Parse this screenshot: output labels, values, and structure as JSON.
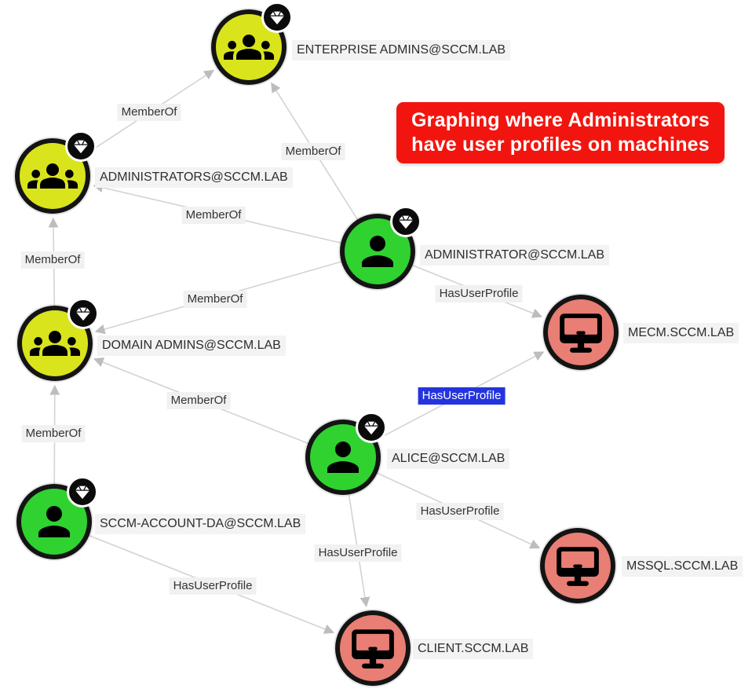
{
  "banner": {
    "line1": "Graphing where Administrators",
    "line2": "have user profiles on machines",
    "bg_color": "#f2150f",
    "text_color": "#ffffff"
  },
  "colors": {
    "background": "#ffffff",
    "group_node": "#d9e41c",
    "user_node": "#2fd22f",
    "computer_node": "#e87e74",
    "node_border": "#141414",
    "edge_line": "#d3d3d3",
    "edge_arrow": "#bdbdbd",
    "label_bg": "#f3f3f3",
    "label_text": "#2d2d2d",
    "selected_edge_label_bg": "#2434dd",
    "selected_edge_label_text": "#ffffff"
  },
  "icons": {
    "group": "group-people-icon",
    "user": "person-icon",
    "computer": "desktop-monitor-icon",
    "badge": "gem-badge-icon"
  },
  "nodes": [
    {
      "label": "ENTERPRISE ADMINS@SCCM.LAB",
      "type": "group",
      "badge": "gem"
    },
    {
      "label": "ADMINISTRATORS@SCCM.LAB",
      "type": "group",
      "badge": "gem"
    },
    {
      "label": "DOMAIN ADMINS@SCCM.LAB",
      "type": "group",
      "badge": "gem"
    },
    {
      "label": "ADMINISTRATOR@SCCM.LAB",
      "type": "user",
      "badge": "gem"
    },
    {
      "label": "ALICE@SCCM.LAB",
      "type": "user",
      "badge": "gem"
    },
    {
      "label": "SCCM-ACCOUNT-DA@SCCM.LAB",
      "type": "user",
      "badge": "gem"
    },
    {
      "label": "MECM.SCCM.LAB",
      "type": "computer",
      "badge": null
    },
    {
      "label": "MSSQL.SCCM.LAB",
      "type": "computer",
      "badge": null
    },
    {
      "label": "CLIENT.SCCM.LAB",
      "type": "computer",
      "badge": null
    }
  ],
  "edges": [
    {
      "label": "MemberOf",
      "from": "ADMINISTRATORS@SCCM.LAB",
      "to": "ENTERPRISE ADMINS@SCCM.LAB",
      "selected": false
    },
    {
      "label": "MemberOf",
      "from": "ADMINISTRATOR@SCCM.LAB",
      "to": "ENTERPRISE ADMINS@SCCM.LAB",
      "selected": false
    },
    {
      "label": "MemberOf",
      "from": "ADMINISTRATOR@SCCM.LAB",
      "to": "ADMINISTRATORS@SCCM.LAB",
      "selected": false
    },
    {
      "label": "MemberOf",
      "from": "DOMAIN ADMINS@SCCM.LAB",
      "to": "ADMINISTRATORS@SCCM.LAB",
      "selected": false
    },
    {
      "label": "MemberOf",
      "from": "ADMINISTRATOR@SCCM.LAB",
      "to": "DOMAIN ADMINS@SCCM.LAB",
      "selected": false
    },
    {
      "label": "HasUserProfile",
      "from": "ADMINISTRATOR@SCCM.LAB",
      "to": "MECM.SCCM.LAB",
      "selected": false
    },
    {
      "label": "MemberOf",
      "from": "ALICE@SCCM.LAB",
      "to": "DOMAIN ADMINS@SCCM.LAB",
      "selected": false
    },
    {
      "label": "HasUserProfile",
      "from": "ALICE@SCCM.LAB",
      "to": "MECM.SCCM.LAB",
      "selected": true
    },
    {
      "label": "MemberOf",
      "from": "SCCM-ACCOUNT-DA@SCCM.LAB",
      "to": "DOMAIN ADMINS@SCCM.LAB",
      "selected": false
    },
    {
      "label": "HasUserProfile",
      "from": "ALICE@SCCM.LAB",
      "to": "MSSQL.SCCM.LAB",
      "selected": false
    },
    {
      "label": "HasUserProfile",
      "from": "ALICE@SCCM.LAB",
      "to": "CLIENT.SCCM.LAB",
      "selected": false
    },
    {
      "label": "HasUserProfile",
      "from": "SCCM-ACCOUNT-DA@SCCM.LAB",
      "to": "CLIENT.SCCM.LAB",
      "selected": false
    }
  ]
}
